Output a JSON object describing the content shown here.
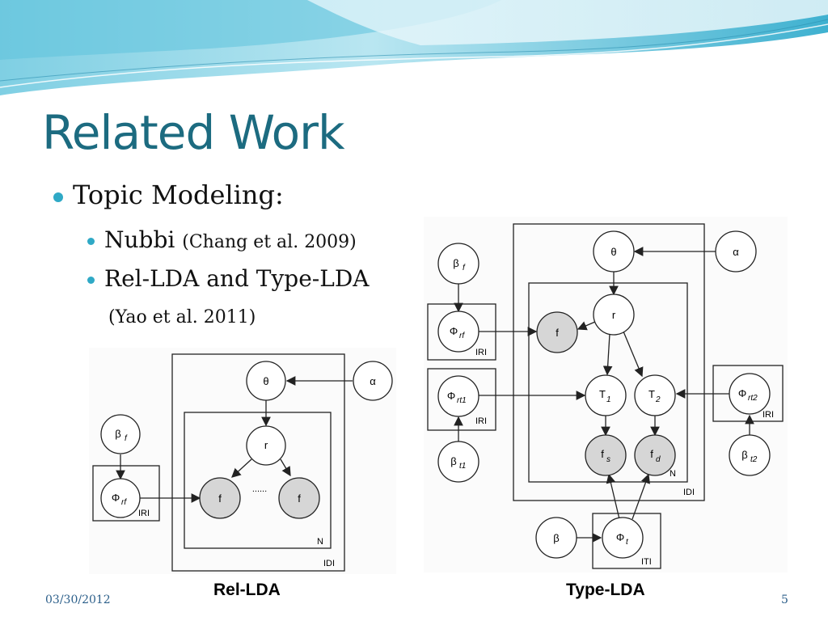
{
  "slide": {
    "title": "Related Work",
    "date": "03/30/2012",
    "page_number": "5"
  },
  "bullets": {
    "b1": "Topic Modeling:",
    "b2_main": "Nubbi ",
    "b2_cite": "(Chang et al. 2009)",
    "b3_main": "Rel-LDA and Type-LDA",
    "b3_cite": "(Yao et al. 2011)"
  },
  "rel_lda": {
    "caption": "Rel-LDA",
    "nodes": {
      "theta": "θ",
      "alpha": "α",
      "beta_f": "β",
      "beta_f_sub": "f",
      "phi_rf": "Φ",
      "phi_rf_sub": "rf",
      "r": "r",
      "f_left": "f",
      "f_right": "f",
      "dots": "......"
    },
    "plates": {
      "outer": "IDI",
      "inner": "N",
      "phi": "IRI"
    }
  },
  "type_lda": {
    "caption": "Type-LDA",
    "nodes": {
      "theta": "θ",
      "alpha": "α",
      "beta_f": "β",
      "beta_f_sub": "f",
      "phi_rf": "Φ",
      "phi_rf_sub": "rf",
      "f": "f",
      "r": "r",
      "T1": "T",
      "T1_sub": "1",
      "T2": "T",
      "T2_sub": "2",
      "fs": "f",
      "fs_sub": "s",
      "fd": "f",
      "fd_sub": "d",
      "phi_rt1": "Φ",
      "phi_rt1_sub": "rt1",
      "beta_t1": "β",
      "beta_t1_sub": "t1",
      "phi_rt2": "Φ",
      "phi_rt2_sub": "rt2",
      "beta_t2": "β",
      "beta_t2_sub": "t2",
      "beta": "β",
      "phi_t": "Φ",
      "phi_t_sub": "t"
    },
    "plates": {
      "outer": "IDI",
      "inner": "N",
      "phi_rf": "IRI",
      "phi_rt1": "IRI",
      "phi_rt2": "IRI",
      "phi_t": "ITI"
    }
  },
  "colors": {
    "title": "#1c6b80",
    "bullet": "#2fa9c6",
    "observed_fill": "#d6d6d6",
    "footer": "#2c5f8a"
  }
}
